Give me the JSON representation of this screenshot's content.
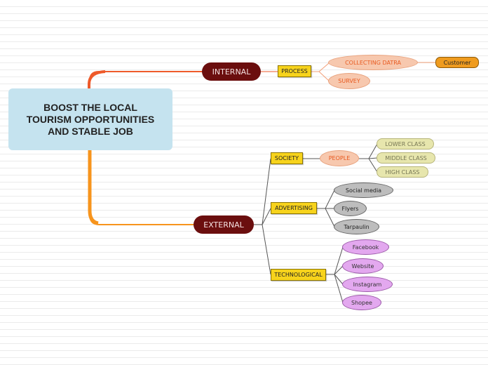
{
  "mindmap": {
    "root": "BOOST THE LOCAL TOURISM OPPORTUNITIES AND STABLE JOB",
    "internal": {
      "label": "INTERNAL",
      "process": {
        "label": "PROCESS",
        "collecting": "COLLECTING DATRA",
        "customer": "Customer",
        "survey": "SURVEY"
      }
    },
    "external": {
      "label": "EXTERNAL",
      "society": {
        "label": "SOCIETY",
        "people": "PEOPLE",
        "classes": [
          "LOWER CLASS",
          "MIDDLE CLASS",
          "HIGH CLASS"
        ]
      },
      "advertising": {
        "label": "ADVERTISING",
        "items": [
          "Social media",
          "Flyers",
          "Tarpaulin"
        ]
      },
      "technological": {
        "label": "TECHNOLOGICAL",
        "items": [
          "Facebook",
          "Website",
          "Instagram",
          "Shopee"
        ]
      }
    }
  },
  "colors": {
    "root_fill": "#c5e3ef",
    "main_fill": "#6b0e0e",
    "branch_yellow": "#f7d31c",
    "internal_line": "#ee5a2a",
    "external_line": "#f7941d",
    "peach_fill": "#f7c8ae",
    "customer_fill": "#ef9b1e",
    "class_fill": "#e7e6ad",
    "advertising_fill": "#bdbdbd",
    "tech_fill": "#e3a8ef"
  }
}
